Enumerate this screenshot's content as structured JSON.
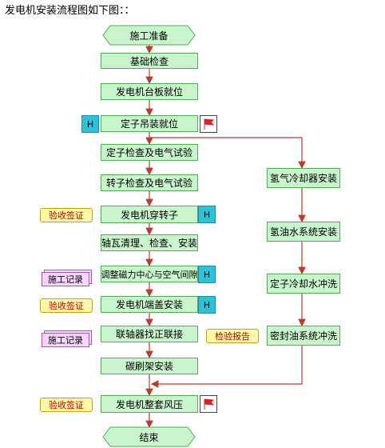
{
  "title": "发电机安装流程图如下图：：",
  "start": "施工准备",
  "end": "结束",
  "steps": [
    "基础检查",
    "发电机台板就位",
    "定子吊装就位",
    "定子检查及电气试验",
    "转子检查及电气试验",
    "发电机穿转子",
    "轴瓦清理、检查、安装",
    "调整磁力中心与空气间隙",
    "发电机端盖安装",
    "联轴器找正联接",
    "碳刷架安装",
    "发电机整套风压"
  ],
  "branch_steps": [
    "氢气冷却器安装",
    "氢油水系统安装",
    "定子冷却水冲洗",
    "密封油系统冲洗"
  ],
  "marks": {
    "h": "H",
    "acceptance_sign": "验收签证",
    "construction_record": "施工记录",
    "inspection_report": "检验报告"
  },
  "colors": {
    "box_fill": "#c8f5cc",
    "box_border": "#4caf50",
    "arrow": "#c0392b",
    "h_fill": "#29c4d8",
    "flag": "#e02020"
  }
}
